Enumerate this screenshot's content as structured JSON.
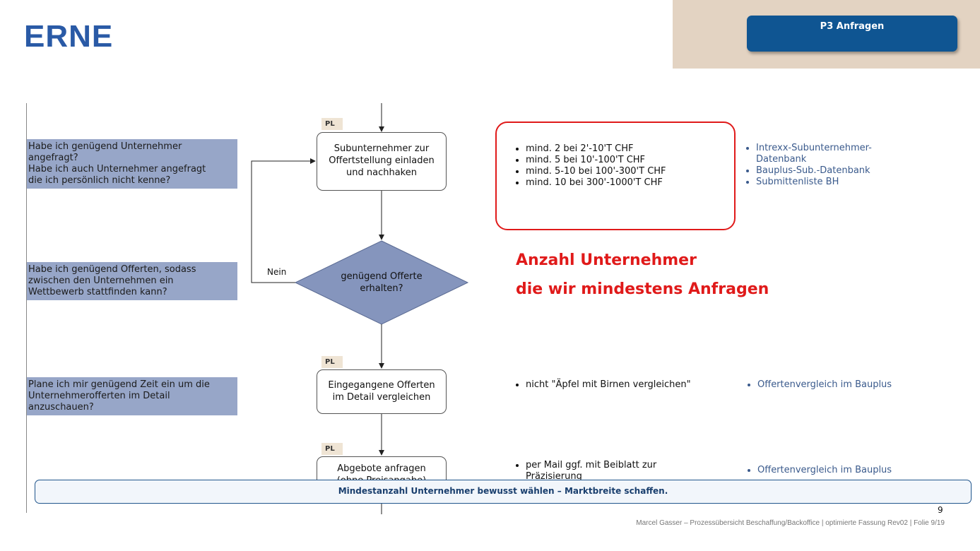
{
  "header": {
    "logo_text": "ERNE",
    "section_title": "P3  Anfragen"
  },
  "questions": [
    [
      "Habe ich genügend Unternehmer",
      "angefragt?",
      "Habe ich auch Unternehmer angefragt",
      "die ich persönlich nicht kenne?"
    ],
    [
      "Habe ich genügend Offerten, sodass",
      "zwischen den Unternehmen ein",
      "Wettbewerb stattfinden kann?"
    ],
    [
      "Plane ich mir genügend Zeit ein um die",
      "Unternehmerofferten im Detail",
      "anzuschauen?"
    ]
  ],
  "flow": {
    "tag": "PL",
    "step1": [
      "Subunternehmer zur",
      "Offertstellung einladen",
      "und nachhaken"
    ],
    "decision": [
      "genügend Offerte",
      "erhalten?"
    ],
    "decision_no_label": "Nein",
    "step2": [
      "Eingegangene Offerten",
      "im Detail vergleichen"
    ],
    "step3": [
      "Abgebote anfragen",
      "(ohne Preisangabe)"
    ]
  },
  "rules": [
    "mind. 2 bei 2'-10'T CHF",
    "mind. 5 bei 10'-100'T CHF",
    "mind. 5-10 bei 100'-300'T CHF",
    "mind. 10 bei 300'-1000'T CHF"
  ],
  "tools1": [
    "Intrexx-Subunternehmer-Datenbank",
    "Bauplus-Sub.-Datenbank",
    "Submittenliste BH"
  ],
  "highlight": [
    "Anzahl Unternehmer",
    "die wir mindestens Anfragen"
  ],
  "notes2": [
    "nicht \"Äpfel mit Birnen vergleichen\""
  ],
  "tools2": [
    "Offertenvergleich im Bauplus"
  ],
  "notes3": [
    "per Mail ggf. mit Beiblatt zur Präzisierung"
  ],
  "tools3": [
    "Offertenvergleich im Bauplus"
  ],
  "banner": "Mindestanzahl Unternehmer bewusst wählen – Marktbreite schaffen.",
  "page_number": "9",
  "footer": "Marcel Gasser – Prozessübersicht Beschaffung/Backoffice | optimierte Fassung Rev02 | Folie 9/19",
  "colors": {
    "brand_blue": "#2a5aa6",
    "title_box": "#0f5592",
    "question_bg": "#97a6c8",
    "highlight_red": "#e01a1a",
    "link_blue": "#3a5a8c"
  }
}
